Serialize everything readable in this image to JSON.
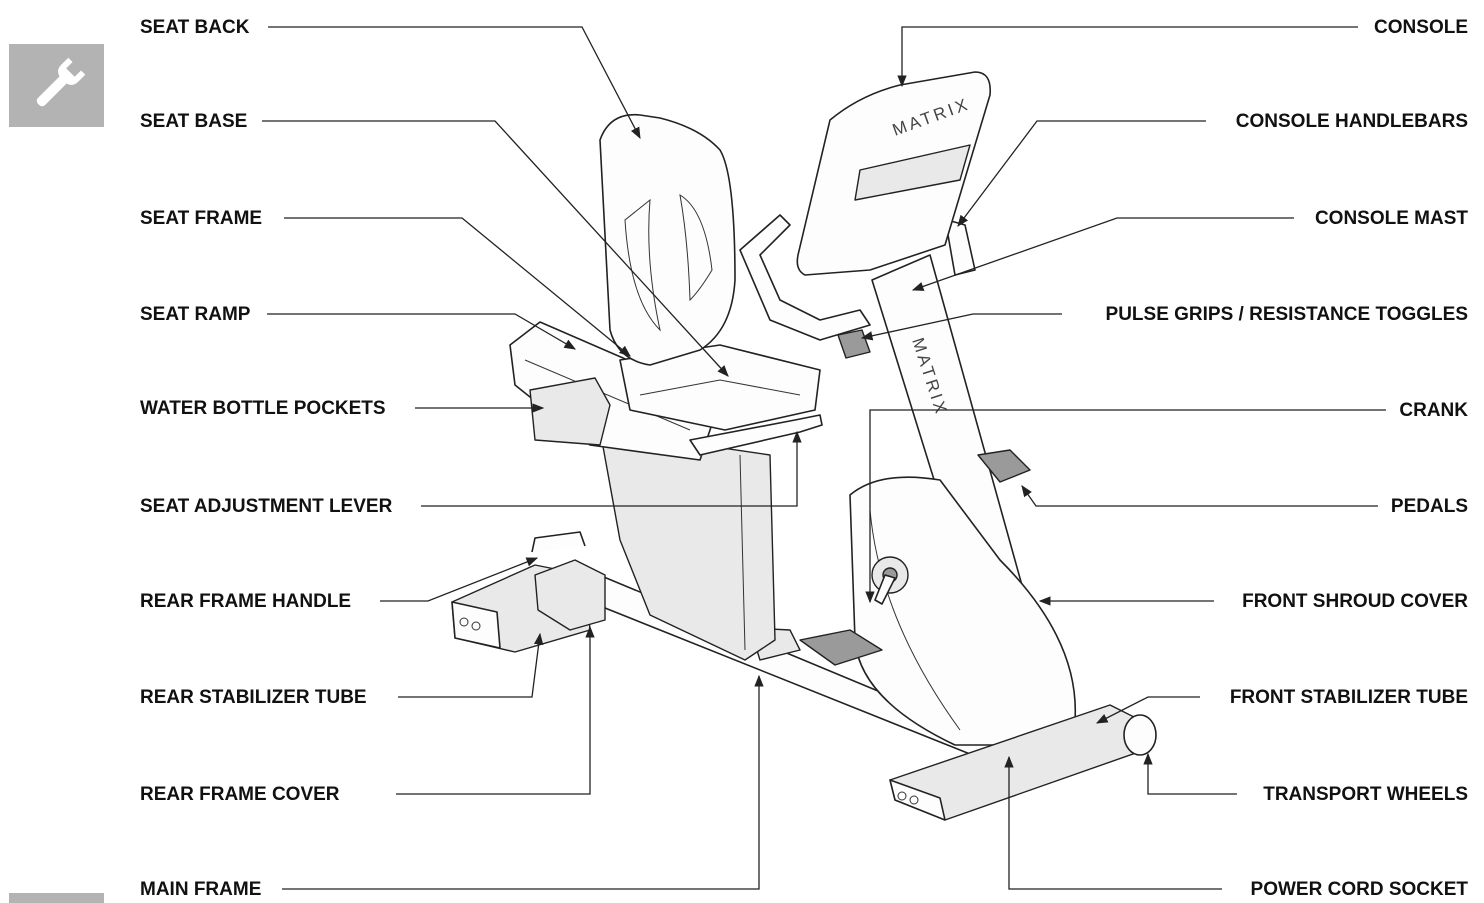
{
  "labels": {
    "seat_back": "SEAT BACK",
    "seat_base": "SEAT BASE",
    "seat_frame": "SEAT FRAME",
    "seat_ramp": "SEAT RAMP",
    "water_bottle_pockets": "WATER BOTTLE POCKETS",
    "seat_adjustment_lever": "SEAT ADJUSTMENT LEVER",
    "rear_frame_handle": "REAR FRAME HANDLE",
    "rear_stabilizer_tube": "REAR STABILIZER TUBE",
    "rear_frame_cover": "REAR FRAME COVER",
    "main_frame": "MAIN FRAME",
    "console": "CONSOLE",
    "console_handlebars": "CONSOLE HANDLEBARS",
    "console_mast": "CONSOLE MAST",
    "pulse_grips": "PULSE GRIPS / RESISTANCE TOGGLES",
    "crank": "CRANK",
    "pedals": "PEDALS",
    "front_shroud_cover": "FRONT SHROUD COVER",
    "front_stabilizer_tube": "FRONT STABILIZER TUBE",
    "transport_wheels": "TRANSPORT WHEELS",
    "power_cord_socket": "POWER CORD SOCKET"
  },
  "branding": {
    "console_brand": "MATRIX",
    "mast_brand": "MATRIX"
  },
  "icons": {
    "sidebar_tool": "wrench-icon"
  },
  "colors": {
    "tab_gray": "#b3b3b3",
    "ink": "#111111"
  }
}
